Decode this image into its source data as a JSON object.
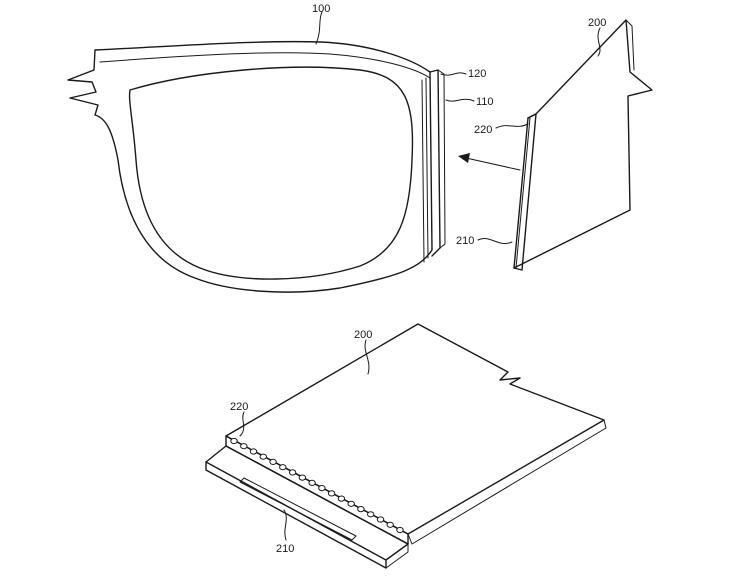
{
  "figure": {
    "labels": {
      "frame": "100",
      "frame_slot": "120",
      "frame_rim": "110",
      "module_top": "200",
      "module_edge": "220",
      "module_bottom": "210",
      "module2_top": "200",
      "module2_edge": "220",
      "module2_bottom": "210"
    },
    "connector_hole_count": 18
  }
}
